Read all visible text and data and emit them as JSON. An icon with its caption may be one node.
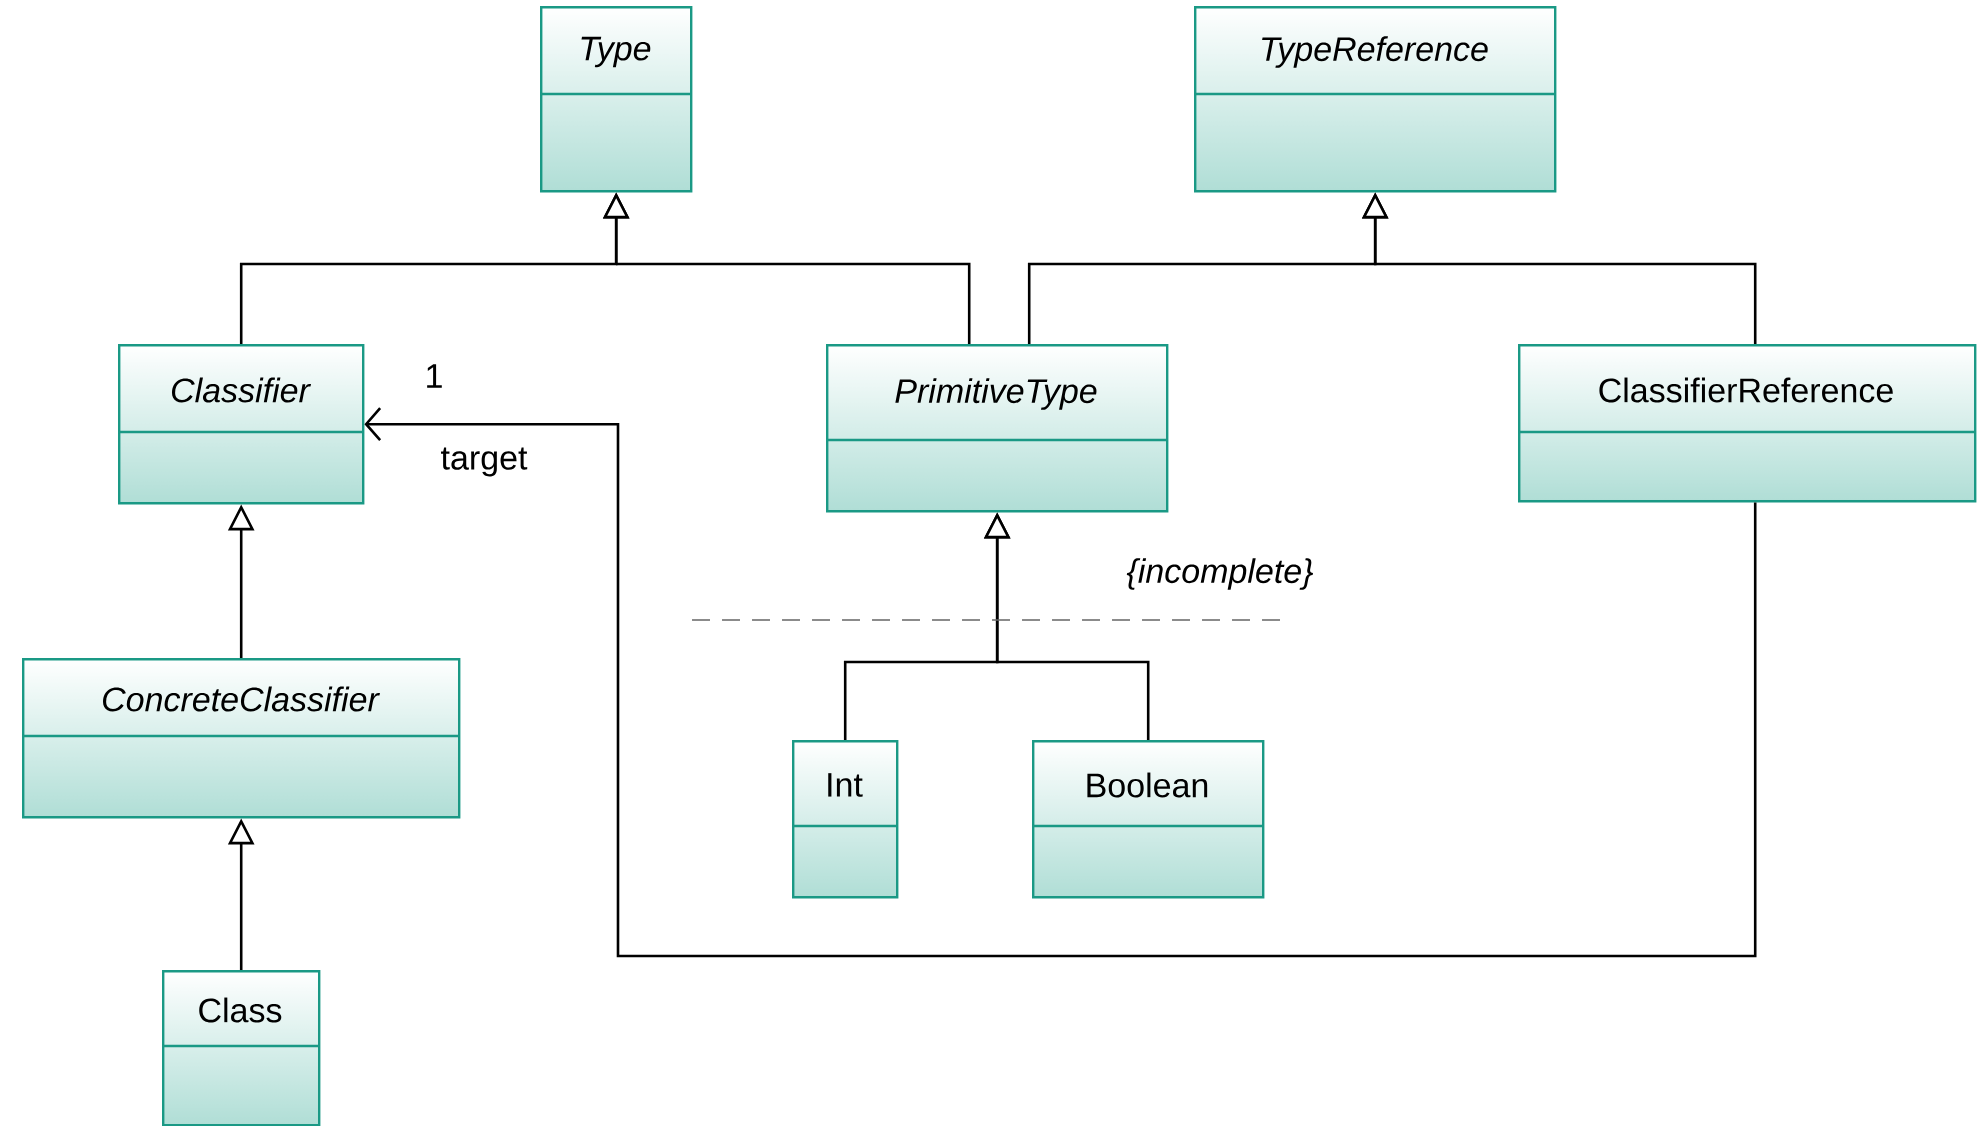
{
  "diagram": {
    "nodes": [
      {
        "text": [
          "Type"
        ]
      },
      {
        "text": [
          "TypeReference"
        ]
      },
      {
        "text": [
          "Classifier"
        ]
      },
      {
        "text": [
          "PrimitiveType"
        ]
      },
      {
        "text": [
          "ClassifierReference"
        ]
      },
      {
        "text": [
          "ConcreteClassifier"
        ]
      },
      {
        "text": [
          "Int"
        ]
      },
      {
        "text": [
          "Boolean"
        ]
      },
      {
        "text": [
          "Class"
        ]
      }
    ],
    "edges": [
      {
        "from": 2,
        "to": 0,
        "arrow": "to"
      },
      {
        "from": 3,
        "to": 0,
        "arrow": "to"
      },
      {
        "from": 3,
        "to": 1,
        "arrow": "to"
      },
      {
        "from": 4,
        "to": 1,
        "arrow": "to"
      },
      {
        "from": 5,
        "to": 2,
        "arrow": "to"
      },
      {
        "from": 6,
        "to": 3,
        "arrow": "to"
      },
      {
        "from": 7,
        "to": 3,
        "arrow": "to"
      },
      {
        "from": 8,
        "to": 5,
        "arrow": "to"
      },
      {
        "from": 4,
        "to": 2,
        "arrow": "to",
        "label": "target"
      }
    ],
    "labels": [
      "1",
      "{incomplete}"
    ]
  }
}
